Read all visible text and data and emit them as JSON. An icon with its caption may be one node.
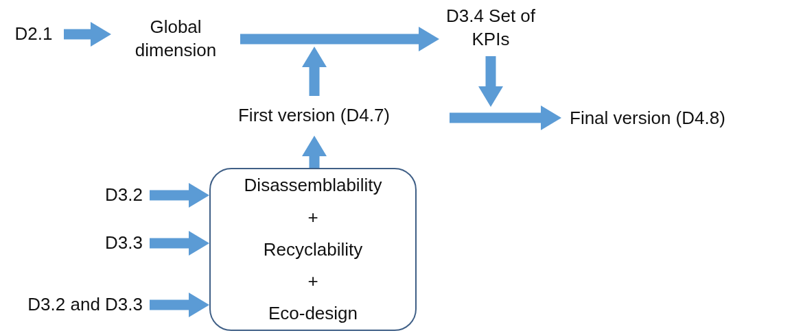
{
  "diagram": {
    "nodes": [
      {
        "text": [
          "D2.1"
        ]
      },
      {
        "text": [
          "Global dimension"
        ]
      },
      {
        "text": [
          "D3.4 Set of KPIs"
        ]
      },
      {
        "text": [
          "First version (D4.7)"
        ]
      },
      {
        "text": [
          "Final version (D4.8)"
        ]
      },
      {
        "text": [
          "D3.2"
        ]
      },
      {
        "text": [
          "D3.3"
        ]
      },
      {
        "text": [
          "D3.2 and D3.3"
        ]
      },
      {
        "text": [
          "Disassemblability",
          "+",
          "Recyclability",
          "+",
          "Eco-design"
        ]
      }
    ],
    "edges": [
      {
        "from": 0,
        "to": 1,
        "arrow": "to"
      },
      {
        "from": 1,
        "to": 2,
        "arrow": "to"
      },
      {
        "from": 3,
        "to": null,
        "arrow": "to"
      },
      {
        "from": 2,
        "to": null,
        "arrow": "to"
      },
      {
        "from": null,
        "to": 4,
        "arrow": "to"
      },
      {
        "from": 8,
        "to": 3,
        "arrow": "to"
      },
      {
        "from": 5,
        "to": 8,
        "arrow": "to"
      },
      {
        "from": 6,
        "to": 8,
        "arrow": "to"
      },
      {
        "from": 7,
        "to": 8,
        "arrow": "to"
      }
    ]
  }
}
